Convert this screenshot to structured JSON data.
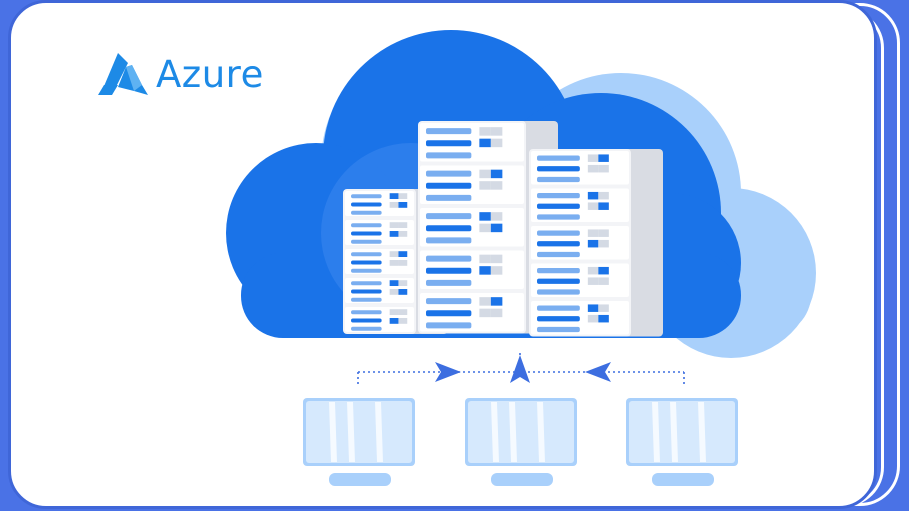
{
  "brand": {
    "name": "Azure",
    "logo_icon": "azure-logo-icon",
    "color": "#1d8ae6"
  },
  "colors": {
    "background": "#4a72e6",
    "cloud_front": "#1a73e8",
    "cloud_back": "#a9d0fb",
    "server_body": "#f3f4f7",
    "server_accent": "#1a73e8",
    "server_bar": "#7aaef0",
    "arrow": "#3d6ee0",
    "monitor_screen": "#d6e9fd",
    "monitor_border": "#a9d0fb"
  },
  "illustration": {
    "server_racks": 3,
    "client_monitors": 3
  }
}
